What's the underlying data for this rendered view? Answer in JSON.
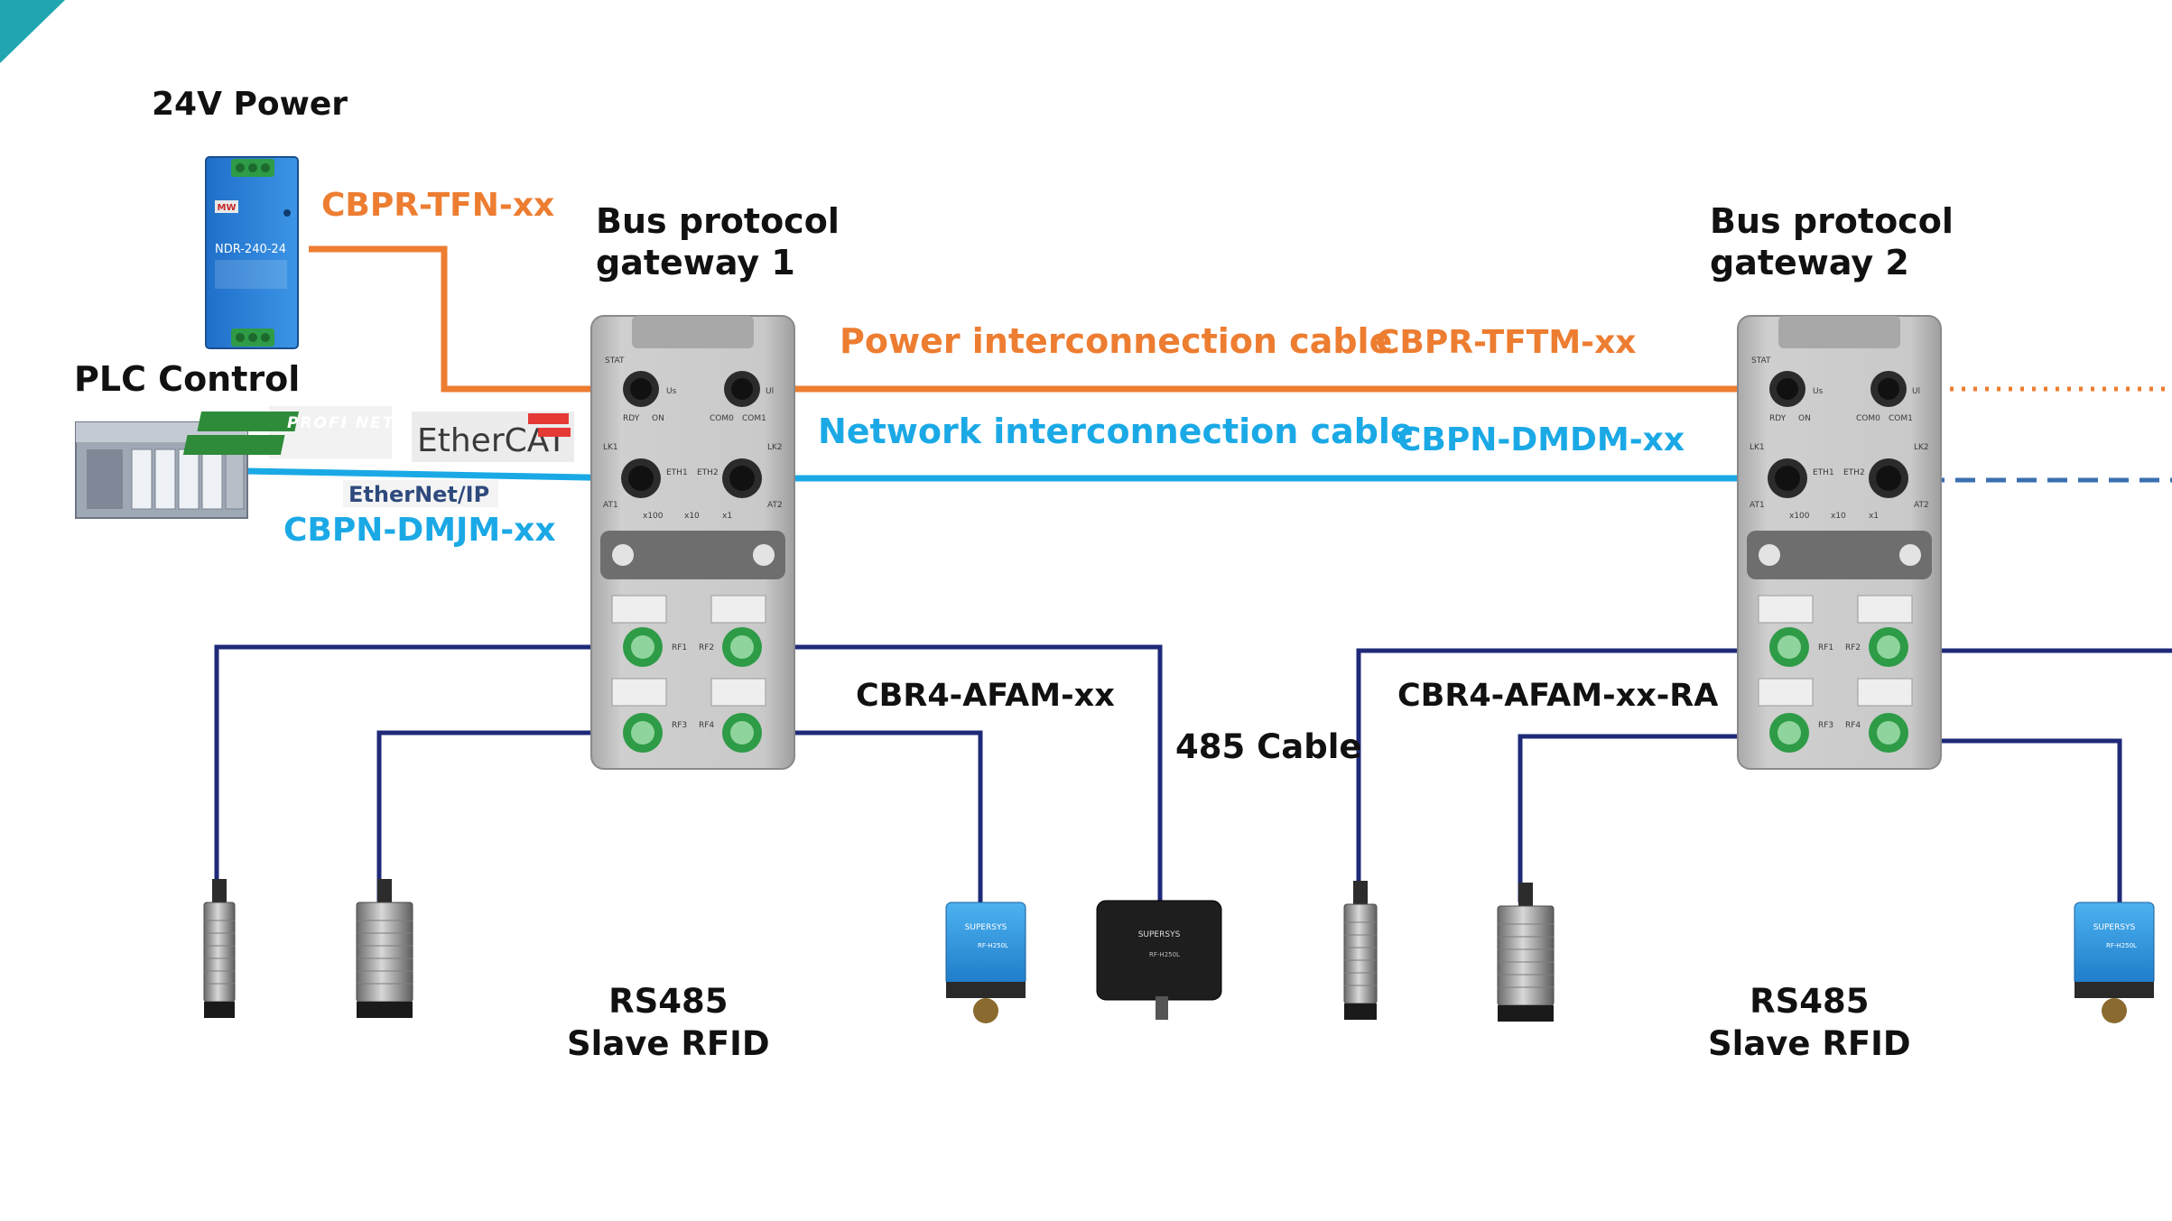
{
  "colors": {
    "power_cable": "#ED7D31",
    "network_cable": "#1BA9E6",
    "io_cable": "#1E2A78",
    "remote_network_cable": "#3A6FB0",
    "corner_accent": "#1FA6B0",
    "gateway_body": "#B9B9B9",
    "connector_green": "#2E9B47",
    "reader_blue": "#2F8FD8"
  },
  "labels": {
    "power_supply": "24V Power",
    "power_cable_code": "CBPR-TFN-xx",
    "plc": "PLC Control",
    "plc_cable_code": "CBPN-DMJM-xx",
    "gateway1": "Bus protocol\ngateway 1",
    "gateway2": "Bus protocol\ngateway 2",
    "power_interconnect": "Power interconnection cable",
    "power_interconnect_code": "CBPR-TFTM-xx",
    "network_interconnect": "Network interconnection cable",
    "network_interconnect_code": "CBPN-DMDM-xx",
    "sensor_cable_1": "CBR4-AFAM-xx",
    "sensor_cable_2": "CBR4-AFAM-xx-RA",
    "rs485_cable": "485 Cable",
    "rfid_1": "RS485\nSlave RFID",
    "rfid_2": "RS485\nSlave RFID"
  },
  "logos": {
    "profinet": "PROFI NET",
    "ethercat": "EtherCAT",
    "ethernet_ip": "EtherNet/IP"
  },
  "device_text": {
    "psu_model": "NDR-240-24",
    "psu_brand": "MW",
    "reader_brand": "SUPERSYS",
    "reader_model": "RF-H250L",
    "gateway_ports": {
      "stat": "STAT",
      "us": "Us",
      "ul": "Ul",
      "rdy": "RDY",
      "on": "ON",
      "com0": "COM0",
      "com1": "COM1",
      "lk1": "LK1",
      "lk2": "LK2",
      "eth1": "ETH1",
      "eth2": "ETH2",
      "at1": "AT1",
      "at2": "AT2",
      "x100": "x100",
      "x10": "x10",
      "x1": "x1",
      "rf1": "RF1",
      "rf2": "RF2",
      "rf3": "RF3",
      "rf4": "RF4"
    }
  }
}
